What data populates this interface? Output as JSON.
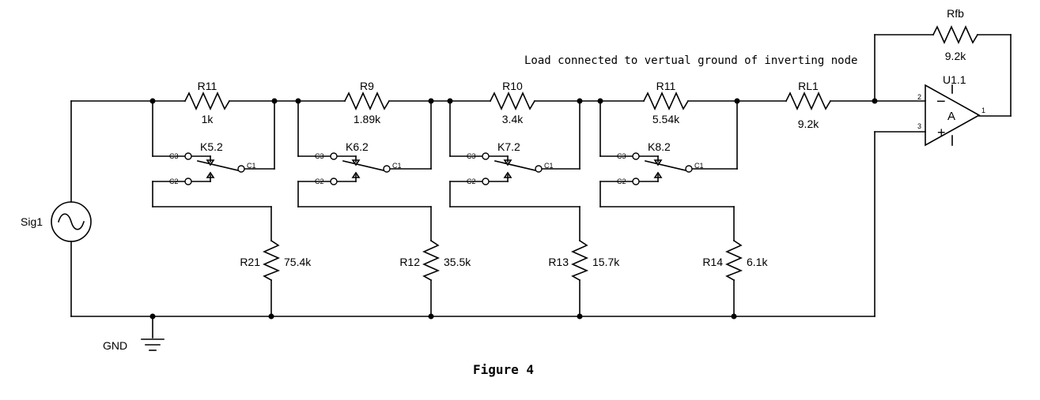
{
  "annotation": "Load connected to vertual ground of inverting node",
  "figure_caption": "Figure 4",
  "source": {
    "name": "Sig1"
  },
  "ground": {
    "name": "GND"
  },
  "series_resistors": [
    {
      "name": "R11",
      "value": "1k"
    },
    {
      "name": "R9",
      "value": "1.89k"
    },
    {
      "name": "R10",
      "value": "3.4k"
    },
    {
      "name": "R11",
      "value": "5.54k"
    }
  ],
  "relays": [
    {
      "name": "K5.2",
      "c1": "C1",
      "c2": "C2",
      "c3": "C3"
    },
    {
      "name": "K6.2",
      "c1": "C1",
      "c2": "C2",
      "c3": "C3"
    },
    {
      "name": "K7.2",
      "c1": "C1",
      "c2": "C2",
      "c3": "C3"
    },
    {
      "name": "K8.2",
      "c1": "C1",
      "c2": "C2",
      "c3": "C3"
    }
  ],
  "shunt_resistors": [
    {
      "name": "R21",
      "value": "75.4k"
    },
    {
      "name": "R12",
      "value": "35.5k"
    },
    {
      "name": "R13",
      "value": "15.7k"
    },
    {
      "name": "R14",
      "value": "6.1k"
    }
  ],
  "load_resistor": {
    "name": "RL1",
    "value": "9.2k"
  },
  "feedback_resistor": {
    "name": "Rfb",
    "value": "9.2k"
  },
  "opamp": {
    "name": "U1.1",
    "symbol": "A",
    "pin_inverting": "2",
    "pin_noninverting": "3",
    "pin_output": "1",
    "minus": "−",
    "plus": "+"
  }
}
